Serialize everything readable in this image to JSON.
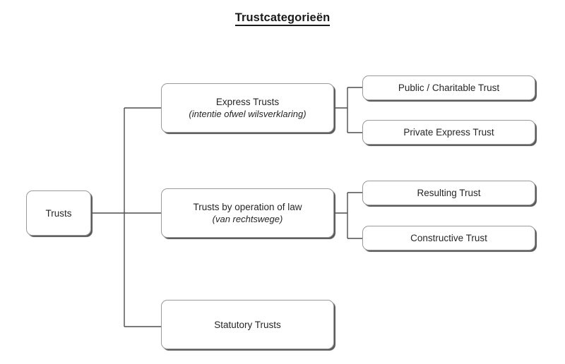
{
  "title": "Trustcategorieën",
  "nodes": {
    "root": {
      "label": "Trusts"
    },
    "express": {
      "label": "Express Trusts",
      "sublabel": "(intentie ofwel wilsverklaring)"
    },
    "operation": {
      "label": "Trusts by operation of law",
      "sublabel": "(van rechtswege)"
    },
    "statutory": {
      "label": "Statutory Trusts"
    },
    "public": {
      "label": "Public / Charitable Trust"
    },
    "private": {
      "label": "Private Express Trust"
    },
    "resulting": {
      "label": "Resulting Trust"
    },
    "constructive": {
      "label": "Constructive Trust"
    }
  },
  "colors": {
    "background": "#ffffff",
    "box_fill": "#ffffff",
    "box_border": "#9a9a9a",
    "box_shadow": "#595959",
    "connector": "#4d4d4d",
    "text": "#262626",
    "title_text": "#1a1a1a"
  }
}
